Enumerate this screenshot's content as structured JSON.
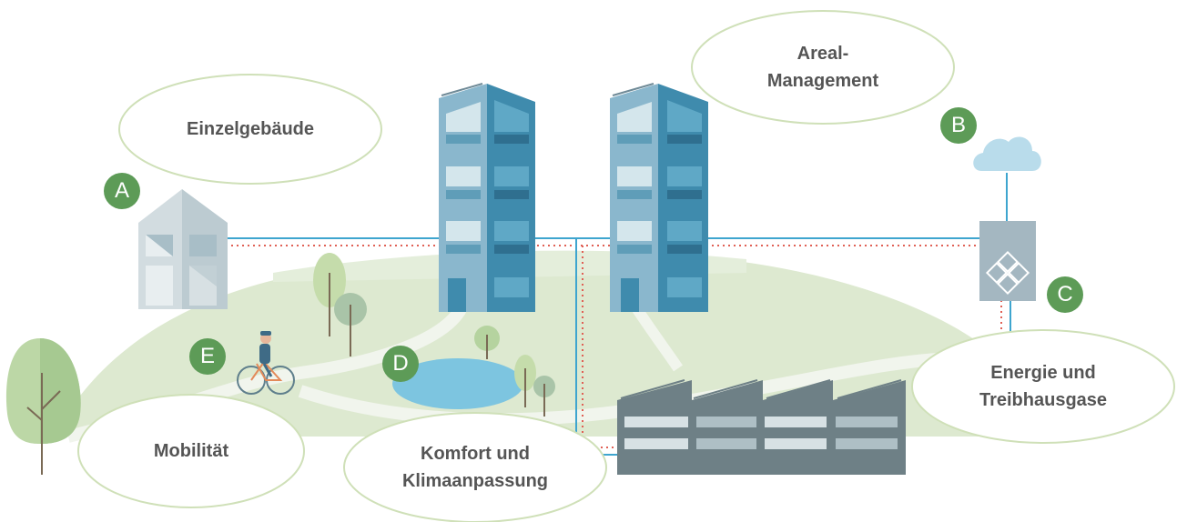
{
  "labels": {
    "einzelgebaeude": "Einzelgebäude",
    "areal_line1": "Areal-",
    "areal_line2": "Management",
    "energie_line1": "Energie und",
    "energie_line2": "Treibhausgase",
    "mobilitaet": "Mobilität",
    "komfort_line1": "Komfort und",
    "komfort_line2": "Klimaanpassung"
  },
  "badges": {
    "a": "A",
    "b": "B",
    "c": "C",
    "d": "D",
    "e": "E"
  },
  "colors": {
    "badge": "#5d9b57",
    "bubble_border": "#cfe0b8",
    "ground": "#dce9cf",
    "building_light": "#8ab7cd",
    "building_dark": "#3f8bad",
    "connection_line": "#3ea5cf",
    "dotted_line": "#e06055",
    "factory": "#6e8086",
    "cloud": "#b9dceb",
    "water": "#7dc5e0",
    "house": "#cfd8dc"
  },
  "icons": [
    "house-icon",
    "tower-icon",
    "cloud-icon",
    "energy-unit-icon",
    "factory-icon",
    "cyclist-icon",
    "pond-icon",
    "tree-icon"
  ]
}
